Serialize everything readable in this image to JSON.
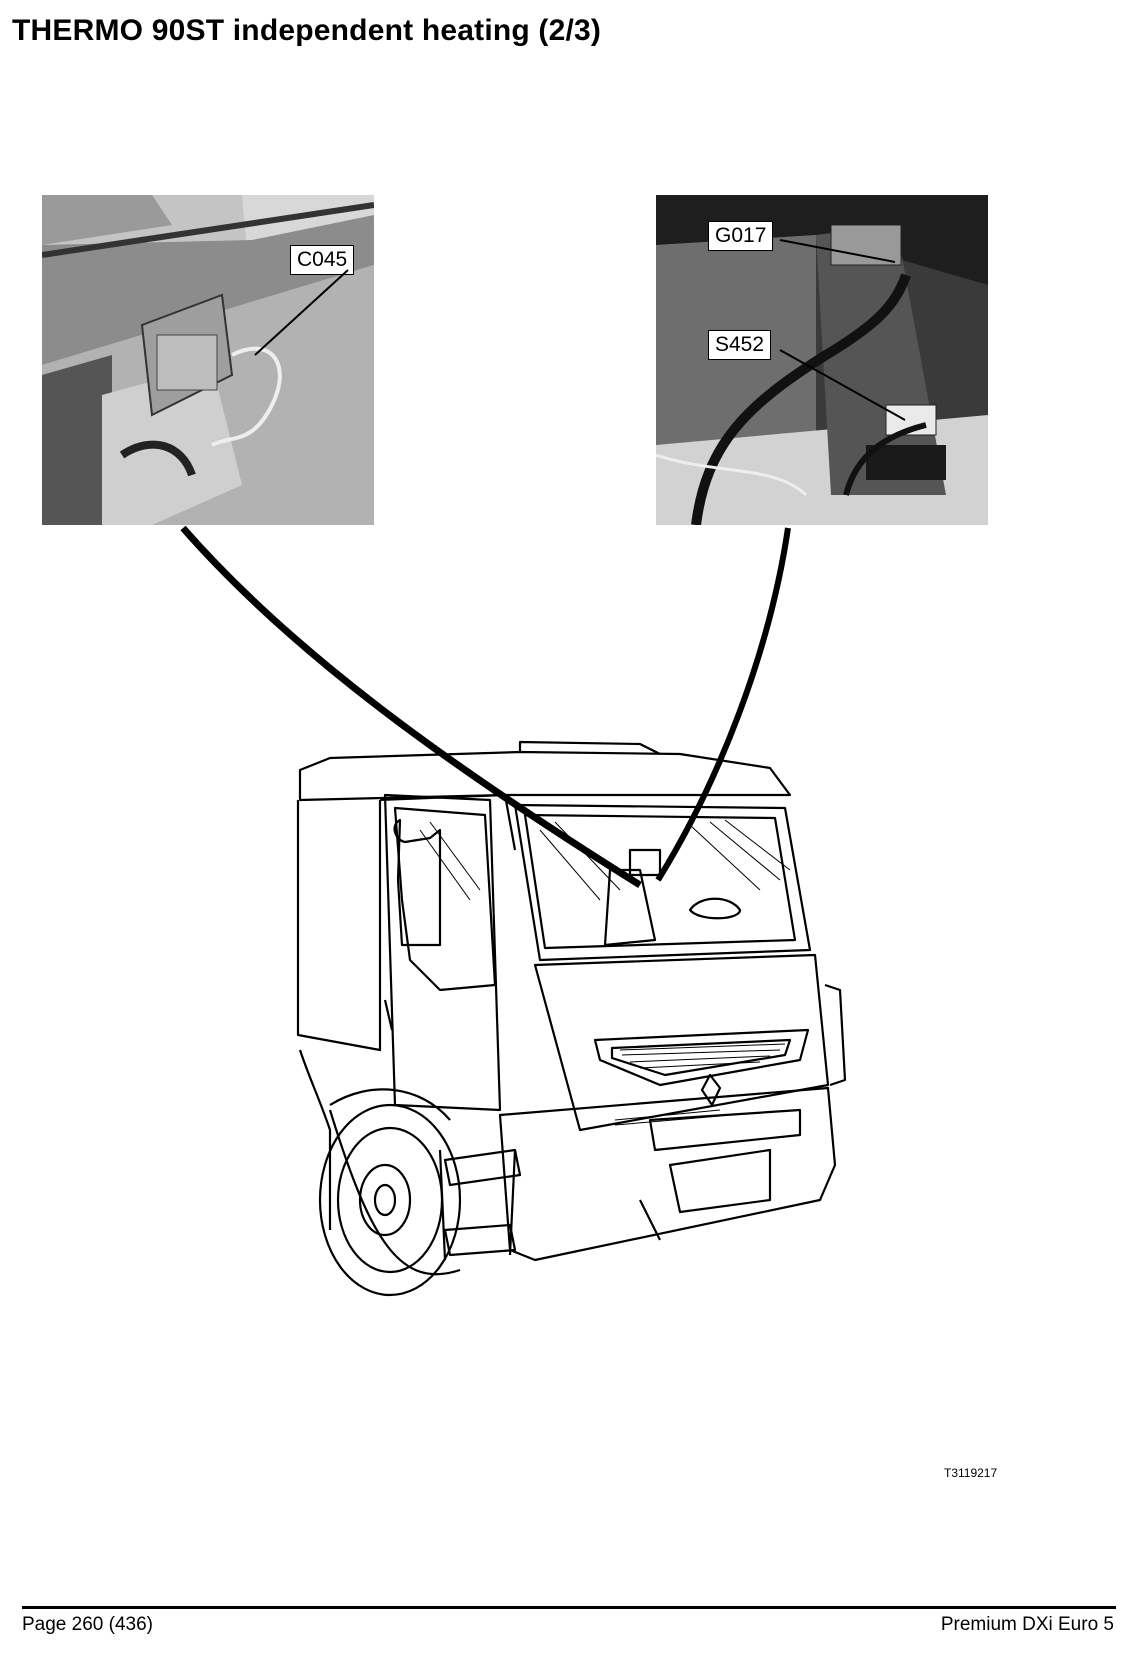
{
  "page": {
    "title": "THERMO 90ST independent heating (2/3)",
    "figure_ref": "T3119217"
  },
  "photos": {
    "left": {
      "callouts": [
        "C045"
      ]
    },
    "right": {
      "callouts": [
        "G017",
        "S452"
      ]
    }
  },
  "footer": {
    "page_label": "Page 260 (436)",
    "document_label": "Premium DXi Euro 5"
  }
}
